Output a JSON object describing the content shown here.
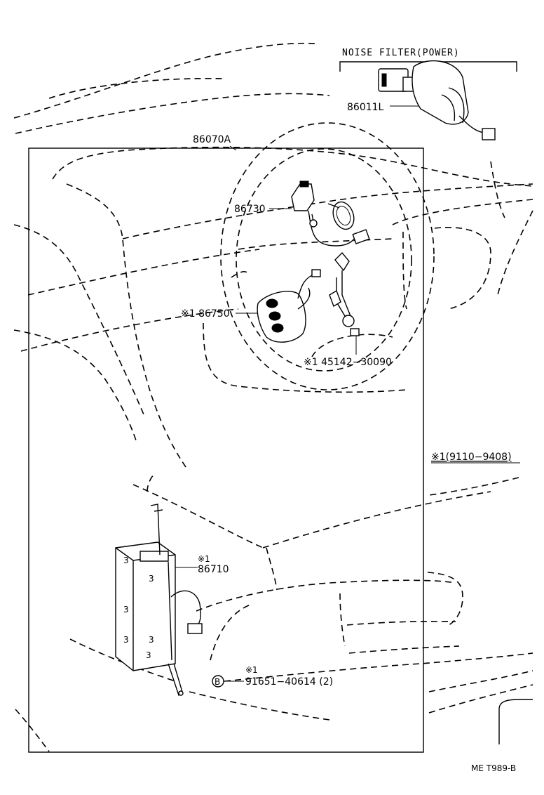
{
  "labels": {
    "noise_filter_title": "NOISE FILTER(POWER)",
    "part_86011L": "86011L",
    "part_86070A": "86070A",
    "part_86730": "86730",
    "part_86750": "※1 86750",
    "part_45142": "※1 45142−30090",
    "note_range": "※1(9110−9408)",
    "part_86710_note": "※1",
    "part_86710": "86710",
    "part_91651_note": "※1",
    "part_91651": "91651−40614 (2)",
    "bolt_symbol": "B",
    "figure_code": "ME T989-B"
  },
  "colors": {
    "ink": "#000000",
    "paper": "#ffffff"
  }
}
